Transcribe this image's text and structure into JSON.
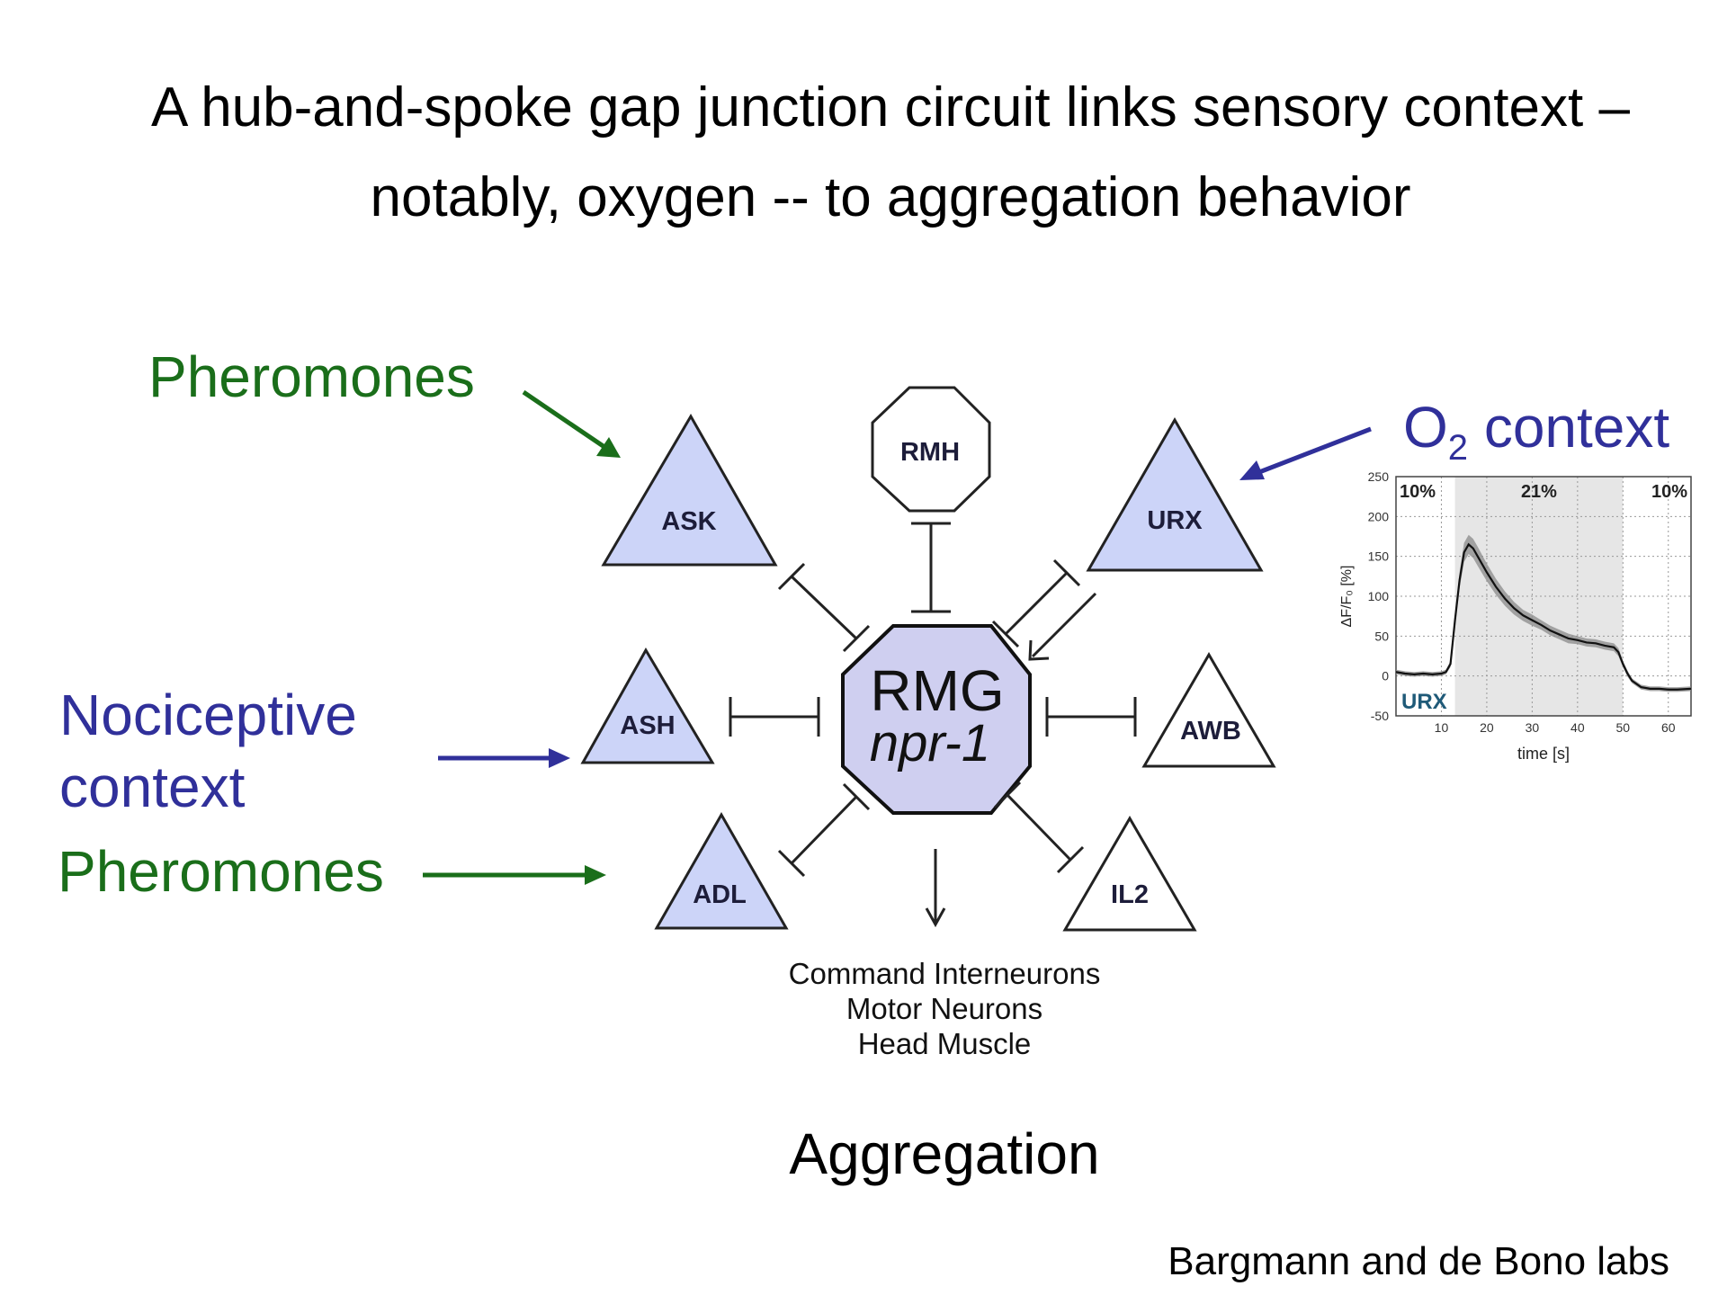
{
  "title": {
    "line1": "A hub-and-spoke gap junction circuit links sensory context –",
    "line2": "notably, oxygen -- to aggregation behavior"
  },
  "inputs": {
    "pheromones_top": "Pheromones",
    "nociceptive_line1": "Nociceptive",
    "nociceptive_line2": "context",
    "pheromones_bottom": "Pheromones",
    "o2_prefix": "O",
    "o2_subscript": "2",
    "o2_suffix": " context"
  },
  "hub": {
    "name": "RMG",
    "gene": "npr-1"
  },
  "neurons": {
    "rmh": "RMH",
    "ask": "ASK",
    "urx": "URX",
    "ash": "ASH",
    "awb": "AWB",
    "adl": "ADL",
    "il2": "IL2"
  },
  "outputs": {
    "line1": "Command Interneurons",
    "line2": "Motor Neurons",
    "line3": "Head Muscle"
  },
  "behavior": "Aggregation",
  "credit": "Bargmann and de Bono labs",
  "colors": {
    "green": "#1a6e1a",
    "blue": "#30309a",
    "neuron_fill": "#ccd4f8",
    "hub_fill": "#cfcff0"
  },
  "chart_data": {
    "type": "line",
    "ylabel": "ΔF/F₀ [%]",
    "xlabel": "time [s]",
    "series_label": "URX",
    "x_ticks": [
      10,
      20,
      30,
      40,
      50,
      60
    ],
    "y_ticks": [
      -50,
      0,
      50,
      100,
      150,
      200,
      250
    ],
    "xlim": [
      0,
      65
    ],
    "ylim": [
      -50,
      250
    ],
    "grid": true,
    "condition_labels": [
      "10%",
      "21%",
      "10%"
    ],
    "shaded_x_range": [
      13,
      50
    ],
    "series": [
      {
        "x": [
          0,
          2,
          4,
          6,
          8,
          10,
          11,
          12,
          13,
          14,
          15,
          16,
          17,
          18,
          20,
          22,
          24,
          26,
          28,
          30,
          32,
          34,
          36,
          38,
          40,
          42,
          44,
          46,
          48,
          49,
          50,
          51,
          52,
          54,
          56,
          58,
          60,
          62,
          65
        ],
        "y": [
          5,
          3,
          2,
          3,
          2,
          3,
          5,
          15,
          70,
          120,
          155,
          165,
          160,
          150,
          130,
          112,
          97,
          85,
          76,
          70,
          64,
          57,
          52,
          47,
          45,
          42,
          41,
          38,
          36,
          30,
          15,
          3,
          -6,
          -14,
          -16,
          -16,
          -17,
          -17,
          -16
        ],
        "band": [
          3,
          3,
          3,
          3,
          3,
          3,
          3,
          4,
          8,
          10,
          12,
          12,
          12,
          12,
          11,
          10,
          9,
          8,
          7,
          7,
          6,
          6,
          6,
          6,
          5,
          5,
          5,
          5,
          5,
          5,
          4,
          4,
          3,
          3,
          3,
          3,
          3,
          3,
          3
        ]
      }
    ]
  }
}
